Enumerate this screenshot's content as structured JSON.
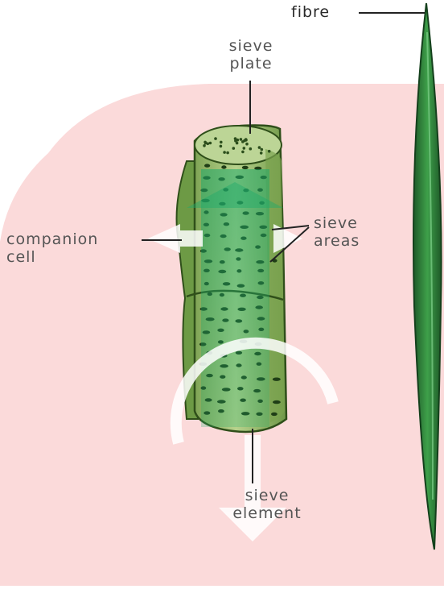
{
  "header_fragment": "",
  "labels": {
    "fibre": "fibre",
    "sieve_plate": [
      "sieve",
      "plate"
    ],
    "companion_cell": [
      "companion",
      "cell"
    ],
    "sieve_areas": [
      "sieve",
      "areas"
    ],
    "sieve_element": [
      "sieve",
      "element"
    ]
  },
  "colors": {
    "background_blob": "#fbdada",
    "cell_light": "#a9c77e",
    "cell_dark": "#5e8a3c",
    "pore": "#1f3d16",
    "fibre_green": "#2e8a3a",
    "fibre_dark": "#1e5a28",
    "arrow": "#ffffff",
    "leader": "#222222"
  }
}
